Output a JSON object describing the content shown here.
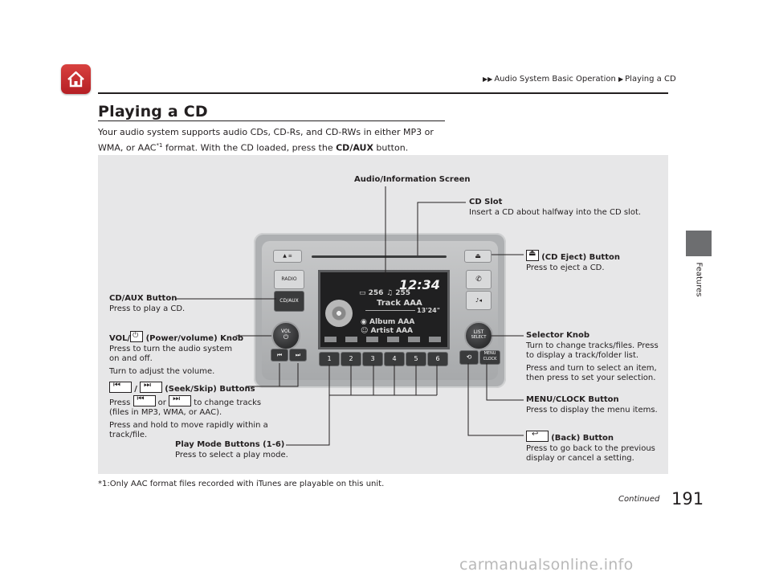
{
  "header": {
    "breadcrumb": [
      "Audio System Basic Operation",
      "Playing a CD"
    ],
    "home_icon": "home-icon"
  },
  "side_tab": {
    "label": "Features"
  },
  "section": {
    "title": "Playing a CD",
    "intro_part1": "Your audio system supports audio CDs, CD-Rs, and CD-RWs in either MP3 or WMA, or AAC",
    "intro_sup": "*1",
    "intro_part2": " format. With the CD loaded, press the ",
    "intro_button": "CD/AUX",
    "intro_part3": " button."
  },
  "callouts": {
    "audio_screen": {
      "title": "Audio/Information Screen"
    },
    "cd_slot": {
      "title": "CD Slot",
      "desc": "Insert a CD about halfway into the CD slot."
    },
    "cd_eject": {
      "title": "(CD Eject) Button",
      "desc": "Press to eject a CD.",
      "icon": "eject-icon"
    },
    "cd_aux": {
      "title": "CD/AUX Button",
      "desc": "Press to play a CD."
    },
    "vol_knob": {
      "title_a": "VOL/",
      "title_b": " (Power/volume) Knob",
      "desc1": "Press to turn the audio system",
      "desc2": "on and off.",
      "desc3": "Turn to adjust the volume.",
      "icon": "power-icon"
    },
    "seek": {
      "sep": "/",
      "title": " (Seek/Skip) Buttons",
      "line1a": "Press ",
      "line1b": " or ",
      "line1c": " to change tracks",
      "line2": "(files in MP3, WMA, or AAC).",
      "line3": "Press and hold to move rapidly within a",
      "line4": "track/file."
    },
    "play_mode": {
      "title": "Play Mode Buttons (1-6)",
      "desc": "Press to select a play mode."
    },
    "selector": {
      "title": "Selector Knob",
      "desc1": "Turn to change tracks/files. Press",
      "desc2": "to display a track/folder list.",
      "desc3": "Press and turn to select an item,",
      "desc4": "then press to set your selection."
    },
    "menu_clock": {
      "title": "MENU/CLOCK Button",
      "desc": "Press to display the menu items."
    },
    "back": {
      "title": "(Back) Button",
      "desc1": "Press to go back to the previous",
      "desc2": "display or cancel a setting.",
      "icon": "back-arrow-icon"
    }
  },
  "radio": {
    "btn_radio": "RADIO",
    "btn_cd_aux": "CD/AUX",
    "vol_label": "VOL",
    "list_label": "LIST",
    "select_label": "SELECT",
    "menu_label": "MENU",
    "clock_label": "CLOCK",
    "preset_labels": [
      "1",
      "2",
      "3",
      "4",
      "5",
      "6"
    ],
    "screen": {
      "time": "12:34",
      "folder_num": "256",
      "track_num": "255",
      "track_name": "Track AAA",
      "elapsed": "13'24\"",
      "album": "Album AAA",
      "artist": "Artist AAA"
    }
  },
  "footnote": "*1:Only AAC format files recorded with iTunes are playable on this unit.",
  "footer": {
    "continued": "Continued",
    "page_number": "191"
  },
  "watermark": "carmanualsonline.info"
}
